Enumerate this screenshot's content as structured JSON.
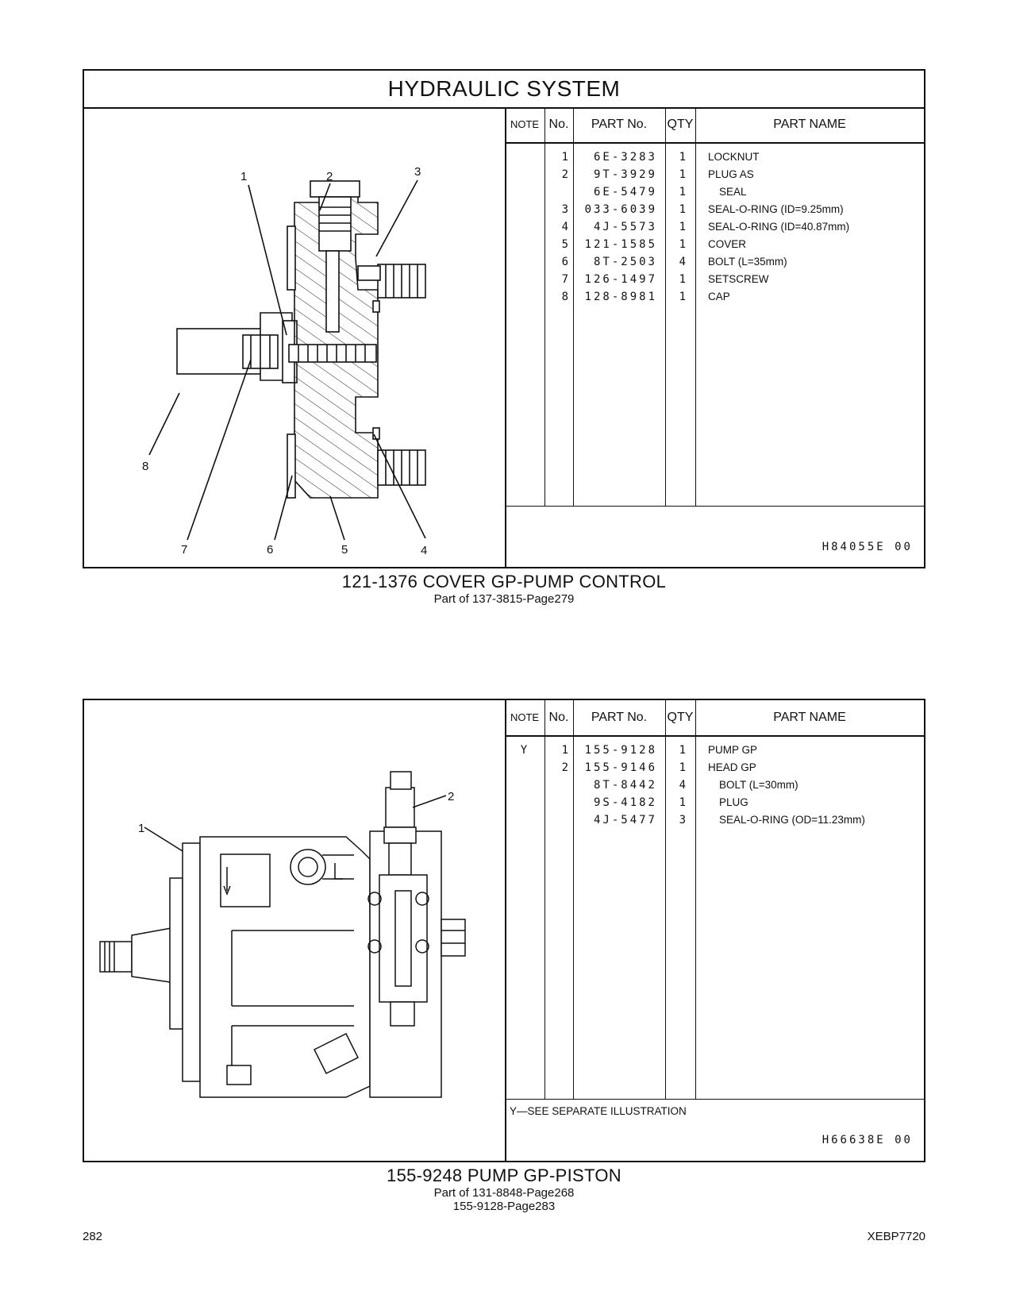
{
  "section": {
    "title": "HYDRAULIC   SYSTEM"
  },
  "table_headers": {
    "note": "NOTE",
    "no": "No.",
    "part_no": "PART No.",
    "qty": "QTY",
    "part_name": "PART NAME"
  },
  "groups": [
    {
      "callouts": [
        "1",
        "2",
        "3",
        "4",
        "5",
        "6",
        "7",
        "8"
      ],
      "rows": [
        {
          "note": "",
          "no": "1",
          "part_no": "6E-3283",
          "qty": "1",
          "name": "LOCKNUT",
          "indent": false
        },
        {
          "note": "",
          "no": "2",
          "part_no": "9T-3929",
          "qty": "1",
          "name": "PLUG  AS",
          "indent": false
        },
        {
          "note": "",
          "no": "",
          "part_no": "6E-5479",
          "qty": "1",
          "name": "SEAL",
          "indent": true
        },
        {
          "note": "",
          "no": "3",
          "part_no": "033-6039",
          "qty": "1",
          "name": "SEAL-O-RING (ID=9.25mm)",
          "indent": false
        },
        {
          "note": "",
          "no": "4",
          "part_no": "4J-5573",
          "qty": "1",
          "name": "SEAL-O-RING (ID=40.87mm)",
          "indent": false
        },
        {
          "note": "",
          "no": "5",
          "part_no": "121-1585",
          "qty": "1",
          "name": "COVER",
          "indent": false
        },
        {
          "note": "",
          "no": "6",
          "part_no": "8T-2503",
          "qty": "4",
          "name": "BOLT (L=35mm)",
          "indent": false
        },
        {
          "note": "",
          "no": "7",
          "part_no": "126-1497",
          "qty": "1",
          "name": "SETSCREW",
          "indent": false
        },
        {
          "note": "",
          "no": "8",
          "part_no": "128-8981",
          "qty": "1",
          "name": "CAP",
          "indent": false
        }
      ],
      "footnote": "",
      "illustration_code": "H84055E   00",
      "caption_title": "121-1376   COVER  GP-PUMP  CONTROL",
      "caption_lines": [
        "Part of 137-3815-Page279"
      ]
    },
    {
      "callouts": [
        "1",
        "2"
      ],
      "rows": [
        {
          "note": "Y",
          "no": "1",
          "part_no": "155-9128",
          "qty": "1",
          "name": "PUMP  GP",
          "indent": false
        },
        {
          "note": "",
          "no": "2",
          "part_no": "155-9146",
          "qty": "1",
          "name": "HEAD  GP",
          "indent": false
        },
        {
          "note": "",
          "no": "",
          "part_no": "8T-8442",
          "qty": "4",
          "name": "BOLT (L=30mm)",
          "indent": true
        },
        {
          "note": "",
          "no": "",
          "part_no": "9S-4182",
          "qty": "1",
          "name": "PLUG",
          "indent": true
        },
        {
          "note": "",
          "no": "",
          "part_no": "4J-5477",
          "qty": "3",
          "name": "SEAL-O-RING (OD=11.23mm)",
          "indent": true
        }
      ],
      "footnote": "Y—SEE  SEPARATE  ILLUSTRATION",
      "illustration_code": "H66638E   00",
      "caption_title": "155-9248   PUMP  GP-PISTON",
      "caption_lines": [
        "Part of 131-8848-Page268",
        "155-9128-Page283"
      ]
    }
  ],
  "footer": {
    "page_number": "282",
    "doc_code": "XEBP7720"
  }
}
